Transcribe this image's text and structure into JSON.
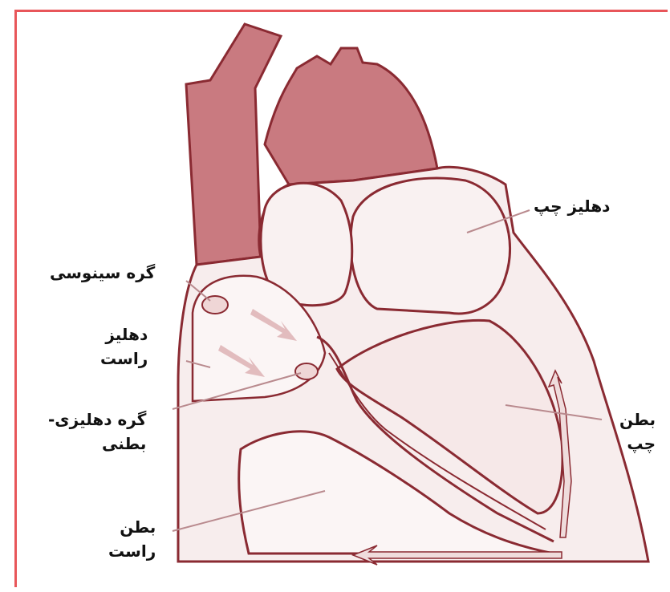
{
  "colors": {
    "frame": "#e8565a",
    "outline": "#8a2a32",
    "vessel_fill": "#c97a80",
    "chamber_fill": "#f4e4e4",
    "arrow_fill": "#e9c9cb"
  },
  "labels": {
    "left_atrium": "دهلیز چپ",
    "sa_node": "گره سینوسی",
    "right_atrium_1": "دهلیز",
    "right_atrium_2": "راست",
    "av_node_1": "گره دهلیزی-",
    "av_node_2": "بطنی",
    "left_ventricle_1": "بطن",
    "left_ventricle_2": "چپ",
    "right_ventricle_1": "بطن",
    "right_ventricle_2": "راست"
  }
}
